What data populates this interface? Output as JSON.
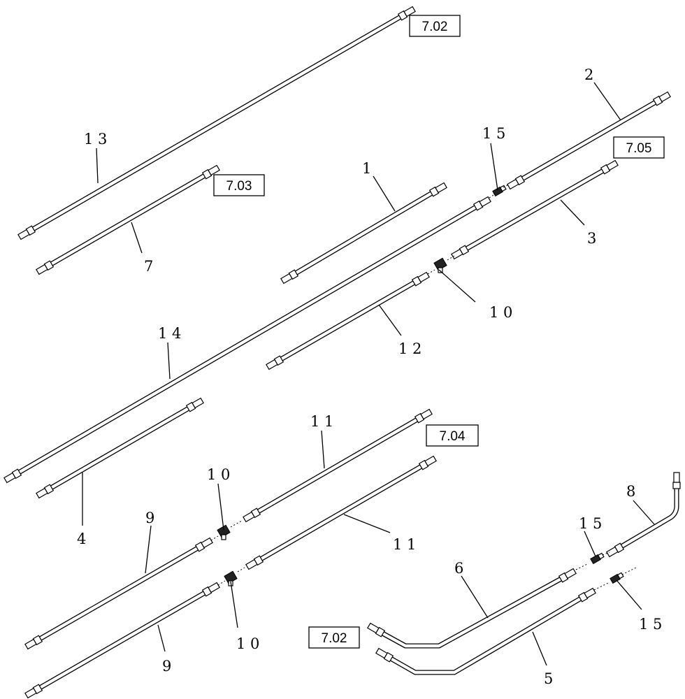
{
  "callouts": {
    "c13": "1 3",
    "c7": "7",
    "c2": "2",
    "c15_top": "1 5",
    "c1": "1",
    "c3": "3",
    "c10_top": "1 0",
    "c12": "1 2",
    "c14": "1 4",
    "c4": "4",
    "c11_a": "1 1",
    "c11_b": "1 1",
    "c10_mid": "1 0",
    "c9_a": "9",
    "c9_b": "9",
    "c10_bot": "1 0",
    "c8": "8",
    "c15_mid": "1 5",
    "c6": "6",
    "c15_bot": "1 5",
    "c5": "5"
  },
  "references": {
    "r702_top": "7.02",
    "r703": "7.03",
    "r705": "7.05",
    "r704": "7.04",
    "r702_bottom": "7.02"
  }
}
